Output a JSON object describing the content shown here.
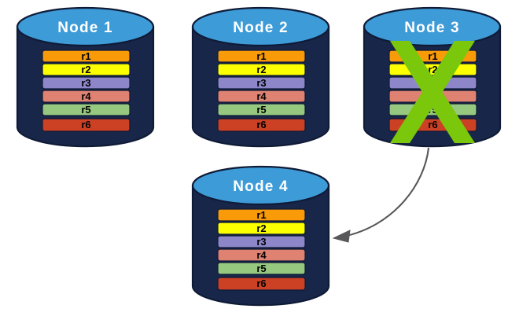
{
  "diagram": {
    "title_note": "",
    "colors": {
      "background": "#ffffff",
      "cylinder_body": "#18264a",
      "cylinder_top": "#3d9bd8",
      "cylinder_outline": "#0f1b36",
      "title_text": "#ffffff",
      "row_label_text": "#000000",
      "cross_green": "#7ac70c",
      "arrow_gray": "#58585b"
    },
    "rows": [
      {
        "id": "r1",
        "label": "r1",
        "color": "#f99b09"
      },
      {
        "id": "r2",
        "label": "r2",
        "color": "#fbff00"
      },
      {
        "id": "r3",
        "label": "r3",
        "color": "#8d86c9"
      },
      {
        "id": "r4",
        "label": "r4",
        "color": "#df8272"
      },
      {
        "id": "r5",
        "label": "r5",
        "color": "#96c97f"
      },
      {
        "id": "r6",
        "label": "r6",
        "color": "#cc4024"
      }
    ],
    "nodes": [
      {
        "id": "node1",
        "title": "Node  1",
        "state": "active"
      },
      {
        "id": "node2",
        "title": "Node  2",
        "state": "active"
      },
      {
        "id": "node3",
        "title": "Node  3",
        "state": "failed"
      },
      {
        "id": "node4",
        "title": "Node  4",
        "state": "active"
      }
    ],
    "annotations": {
      "failure_marker": "green-cross",
      "failure_marker_on": "node3",
      "arrow": {
        "from": "node3",
        "to": "node4",
        "style": "curved-arrow"
      }
    }
  }
}
